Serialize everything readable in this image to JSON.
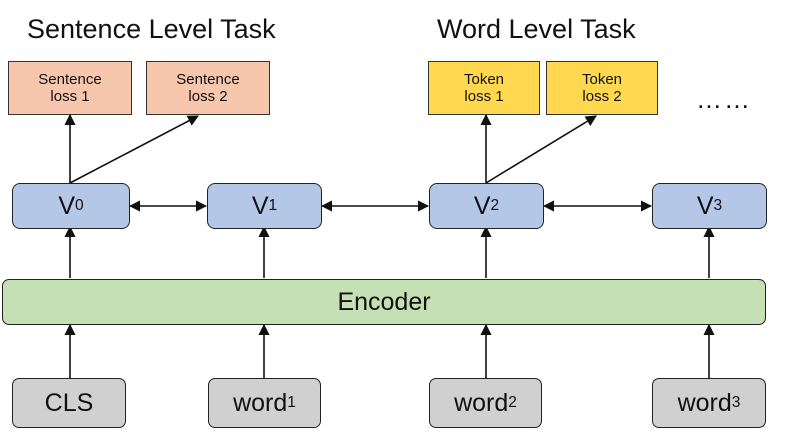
{
  "headings": {
    "sentence_task": "Sentence Level Task",
    "word_task": "Word Level Task"
  },
  "losses": [
    {
      "line1": "Sentence",
      "line2": "loss 1"
    },
    {
      "line1": "Sentence",
      "line2": "loss 2"
    },
    {
      "line1": "Token",
      "line2": "loss 1"
    },
    {
      "line1": "Token",
      "line2": "loss 2"
    }
  ],
  "ellipsis": "……",
  "vectors": [
    {
      "base": "V",
      "sub": "0"
    },
    {
      "base": "V",
      "sub": "1"
    },
    {
      "base": "V",
      "sub": "2"
    },
    {
      "base": "V",
      "sub": "3"
    }
  ],
  "encoder": {
    "label": "Encoder"
  },
  "inputs": [
    {
      "base": "CLS",
      "sub": ""
    },
    {
      "base": "word",
      "sub": "1"
    },
    {
      "base": "word",
      "sub": "2"
    },
    {
      "base": "word",
      "sub": "3"
    }
  ]
}
